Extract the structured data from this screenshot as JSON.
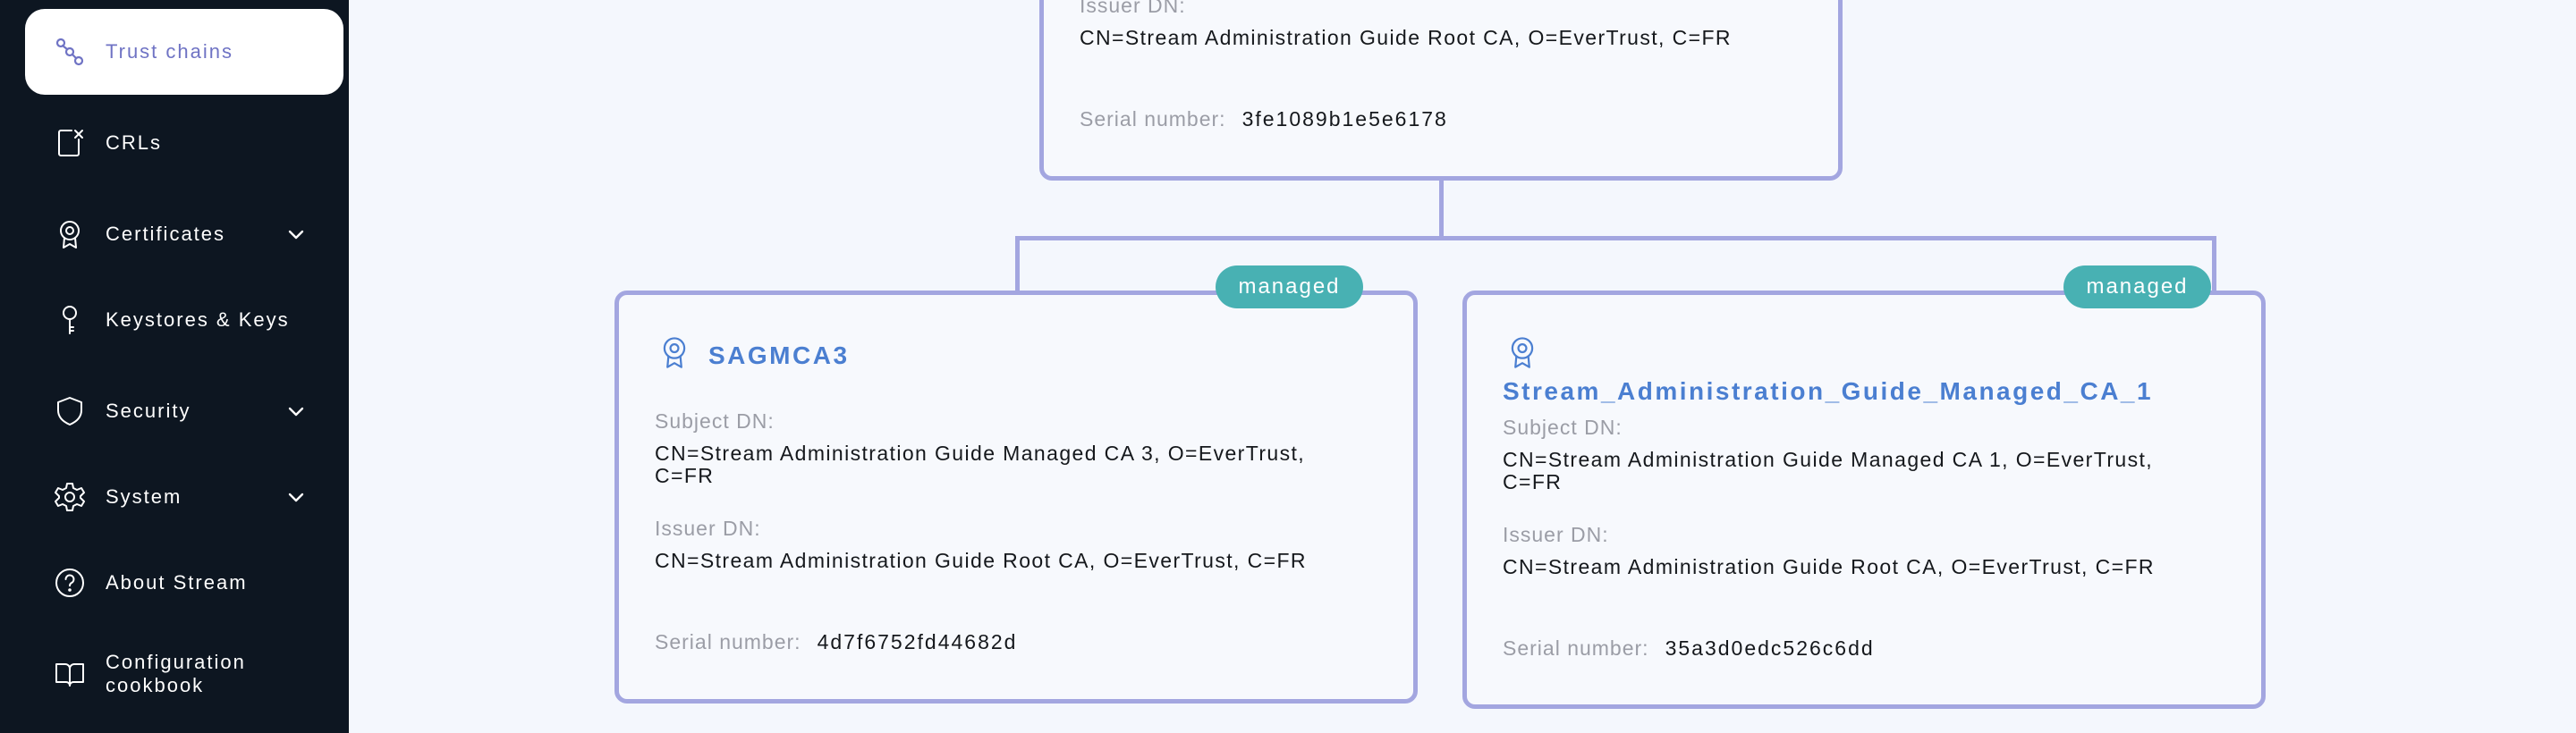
{
  "sidebar": {
    "items": [
      {
        "label": "Trust chains",
        "icon": "trust-chain-icon",
        "active": true
      },
      {
        "label": "CRLs",
        "icon": "crl-icon"
      },
      {
        "label": "Certificates",
        "icon": "certificate-icon"
      },
      {
        "label": "Keystores & Keys",
        "icon": "key-icon"
      },
      {
        "label": "Security",
        "icon": "shield-icon"
      },
      {
        "label": "System",
        "icon": "gear-icon"
      },
      {
        "label": "About Stream",
        "icon": "help-icon"
      },
      {
        "label": "Configuration cookbook",
        "icon": "book-icon"
      }
    ]
  },
  "colors": {
    "sidebar_bg": "#0d1621",
    "accent": "#6f73c4",
    "card_border": "#a3a6e0",
    "title": "#4b7fd1",
    "badge": "#48b1b3"
  },
  "root_card": {
    "issuer_label": "Issuer DN:",
    "issuer_value": "CN=Stream Administration Guide Root CA, O=EverTrust, C=FR",
    "serial_label": "Serial number:",
    "serial_value": "3fe1089b1e5e6178"
  },
  "cards": [
    {
      "badge": "managed",
      "title": "SAGMCA3",
      "subject_label": "Subject DN:",
      "subject_value": "CN=Stream Administration Guide Managed CA 3, O=EverTrust, C=FR",
      "issuer_label": "Issuer DN:",
      "issuer_value": "CN=Stream Administration Guide Root CA, O=EverTrust, C=FR",
      "serial_label": "Serial number:",
      "serial_value": "4d7f6752fd44682d"
    },
    {
      "badge": "managed",
      "title": "Stream_Administration_Guide_Managed_CA_1",
      "subject_label": "Subject DN:",
      "subject_value": "CN=Stream Administration Guide Managed CA 1, O=EverTrust, C=FR",
      "issuer_label": "Issuer DN:",
      "issuer_value": "CN=Stream Administration Guide Root CA, O=EverTrust, C=FR",
      "serial_label": "Serial number:",
      "serial_value": "35a3d0edc526c6dd"
    }
  ]
}
